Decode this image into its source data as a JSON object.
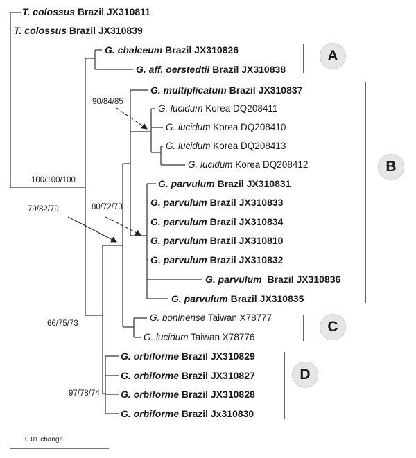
{
  "taxa": [
    {
      "id": "t1",
      "genus": "T. colossus",
      "rest": " Brazil JX310811",
      "bold": true
    },
    {
      "id": "t2",
      "genus": "T. colossus",
      "rest": " Brazil JX310839",
      "bold": true
    },
    {
      "id": "a1",
      "genus": "G. chalceum",
      "rest": " Brazil JX310826",
      "bold": true
    },
    {
      "id": "a2",
      "genus": "G. aff. oerstedtii",
      "rest": " Brazil JX310838",
      "bold": true
    },
    {
      "id": "b1",
      "genus": "G. multiplicatum",
      "rest": " Brazil JX310837",
      "bold": true
    },
    {
      "id": "b2",
      "genus": "G. lucidum",
      "rest": " Korea DQ208411",
      "bold": false
    },
    {
      "id": "b3",
      "genus": "G. lucidum",
      "rest": " Korea DQ208410",
      "bold": false
    },
    {
      "id": "b4",
      "genus": "G. lucidum",
      "rest": " Korea DQ208413",
      "bold": false
    },
    {
      "id": "b5",
      "genus": "G. lucidum",
      "rest": " Korea DQ208412",
      "bold": false
    },
    {
      "id": "p1",
      "genus": "G. parvulum",
      "rest": " Brazil JX310831",
      "bold": true
    },
    {
      "id": "p2",
      "genus": "G. parvulum",
      "rest": " Brazil JX310833",
      "bold": true
    },
    {
      "id": "p3",
      "genus": "G. parvulum",
      "rest": " Brazil JX310834",
      "bold": true
    },
    {
      "id": "p4",
      "genus": "G. parvulum",
      "rest": " Brazil JX310810",
      "bold": true
    },
    {
      "id": "p5",
      "genus": "G. parvulum",
      "rest": " Brazil JX310832",
      "bold": true
    },
    {
      "id": "p6",
      "genus": "G. parvulum",
      "rest": "  Brazil JX310836",
      "bold": true
    },
    {
      "id": "p7",
      "genus": "G. parvulum",
      "rest": " Brazil JX310835",
      "bold": true
    },
    {
      "id": "c1",
      "genus": "G. boninense",
      "rest": " Taiwan X78777",
      "bold": false
    },
    {
      "id": "c2",
      "genus": "G. lucidum",
      "rest": " Taiwan X78776",
      "bold": false
    },
    {
      "id": "d1",
      "genus": "G. orbiforme",
      "rest": " Brazil JX310829",
      "bold": true
    },
    {
      "id": "d2",
      "genus": "G. orbiforme",
      "rest": " Brazil JX310827",
      "bold": true
    },
    {
      "id": "d3",
      "genus": "G. orbiforme",
      "rest": " Brazil JX310828",
      "bold": true
    },
    {
      "id": "d4",
      "genus": "G. orbiforme",
      "rest": " Brazil Jx310830",
      "bold": true
    }
  ],
  "supports": {
    "root": "100/100/100",
    "korea": "90/84/85",
    "parvulum": "80/72/73",
    "clade_b": "79/82/79",
    "bcd": "66/75/73",
    "orbiforme": "97/78/74"
  },
  "clades": {
    "a": "A",
    "b": "B",
    "c": "C",
    "d": "D"
  },
  "scale": {
    "label": "0.01 change"
  }
}
